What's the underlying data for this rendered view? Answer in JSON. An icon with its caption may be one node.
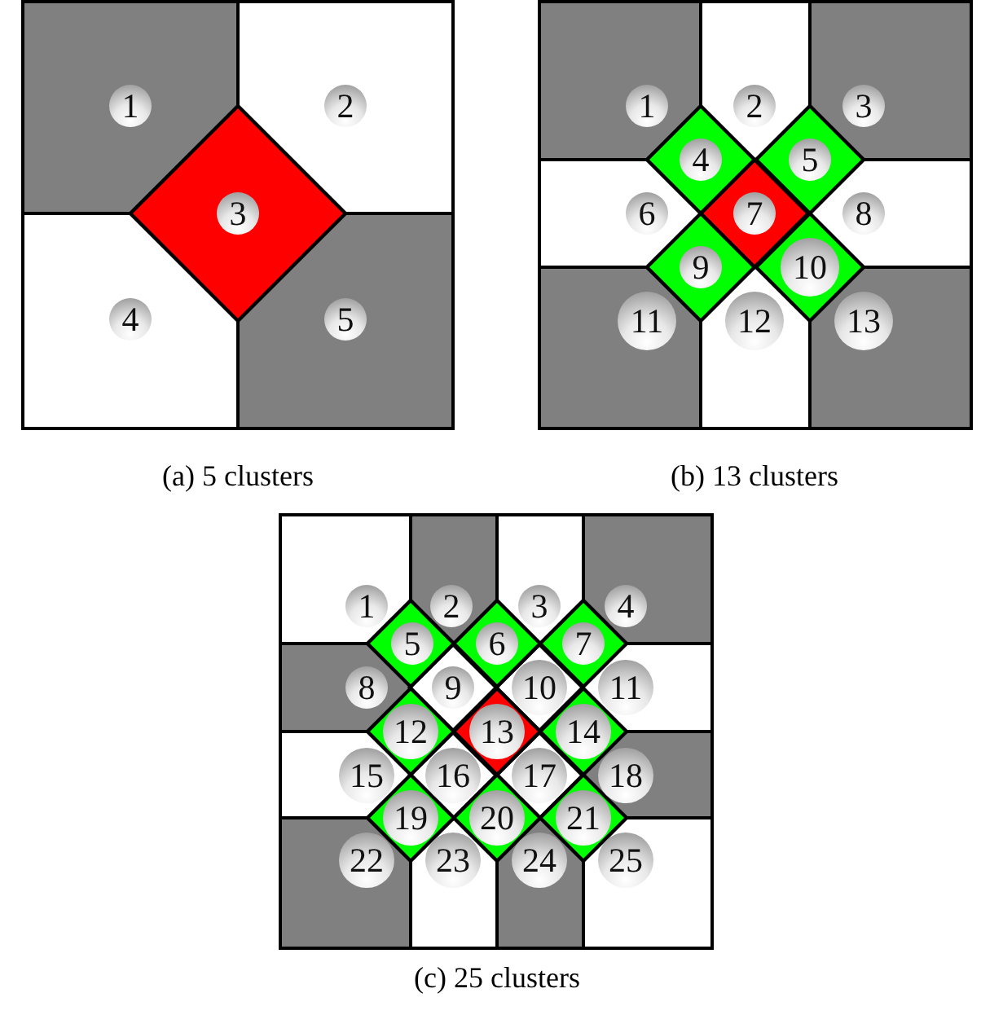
{
  "diagram": {
    "nodes": [
      {
        "text": [
          "1"
        ]
      },
      {
        "text": [
          "2"
        ]
      },
      {
        "text": [
          "3"
        ]
      },
      {
        "text": [
          "4"
        ]
      },
      {
        "text": [
          "5"
        ]
      },
      {
        "text": [
          "1"
        ]
      },
      {
        "text": [
          "2"
        ]
      },
      {
        "text": [
          "3"
        ]
      },
      {
        "text": [
          "4"
        ]
      },
      {
        "text": [
          "5"
        ]
      },
      {
        "text": [
          "6"
        ]
      },
      {
        "text": [
          "7"
        ]
      },
      {
        "text": [
          "8"
        ]
      },
      {
        "text": [
          "9"
        ]
      },
      {
        "text": [
          "10"
        ]
      },
      {
        "text": [
          "11"
        ]
      },
      {
        "text": [
          "12"
        ]
      },
      {
        "text": [
          "13"
        ]
      },
      {
        "text": [
          "1"
        ]
      },
      {
        "text": [
          "2"
        ]
      },
      {
        "text": [
          "3"
        ]
      },
      {
        "text": [
          "4"
        ]
      },
      {
        "text": [
          "5"
        ]
      },
      {
        "text": [
          "6"
        ]
      },
      {
        "text": [
          "7"
        ]
      },
      {
        "text": [
          "8"
        ]
      },
      {
        "text": [
          "9"
        ]
      },
      {
        "text": [
          "10"
        ]
      },
      {
        "text": [
          "11"
        ]
      },
      {
        "text": [
          "12"
        ]
      },
      {
        "text": [
          "13"
        ]
      },
      {
        "text": [
          "14"
        ]
      },
      {
        "text": [
          "15"
        ]
      },
      {
        "text": [
          "16"
        ]
      },
      {
        "text": [
          "17"
        ]
      },
      {
        "text": [
          "18"
        ]
      },
      {
        "text": [
          "19"
        ]
      },
      {
        "text": [
          "20"
        ]
      },
      {
        "text": [
          "21"
        ]
      },
      {
        "text": [
          "22"
        ]
      },
      {
        "text": [
          "23"
        ]
      },
      {
        "text": [
          "24"
        ]
      },
      {
        "text": [
          "25"
        ]
      }
    ],
    "labels": [
      "(a) 5 clusters",
      "(b) 13 clusters",
      "(c) 25 clusters"
    ]
  }
}
